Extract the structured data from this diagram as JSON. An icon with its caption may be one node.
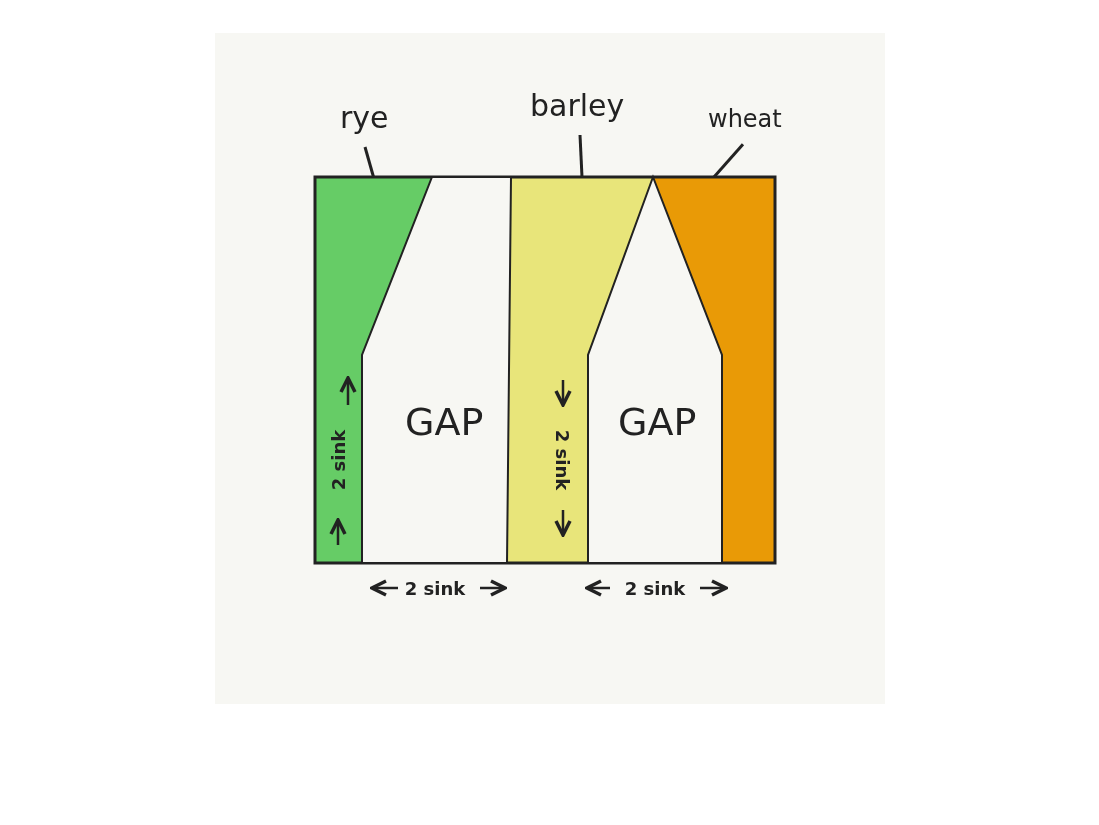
{
  "diagram": {
    "nodes": [
      {
        "text": [
          "rye"
        ]
      },
      {
        "text": [
          "barley"
        ]
      },
      {
        "text": [
          "wheat"
        ]
      },
      {
        "text": [],
        "shape": "box"
      },
      {
        "text": [
          "GAP"
        ]
      },
      {
        "text": [],
        "shape": "box"
      },
      {
        "text": [
          "GAP"
        ]
      },
      {
        "text": [],
        "shape": "box"
      }
    ],
    "edges": [
      {
        "from": 0,
        "to": 3,
        "arrow": "none"
      },
      {
        "from": 1,
        "to": 5,
        "arrow": "none"
      },
      {
        "from": 2,
        "to": 7,
        "arrow": "none"
      }
    ],
    "labels": [
      "2 sink",
      "2 sink",
      "2 sink",
      "2 sink"
    ]
  }
}
